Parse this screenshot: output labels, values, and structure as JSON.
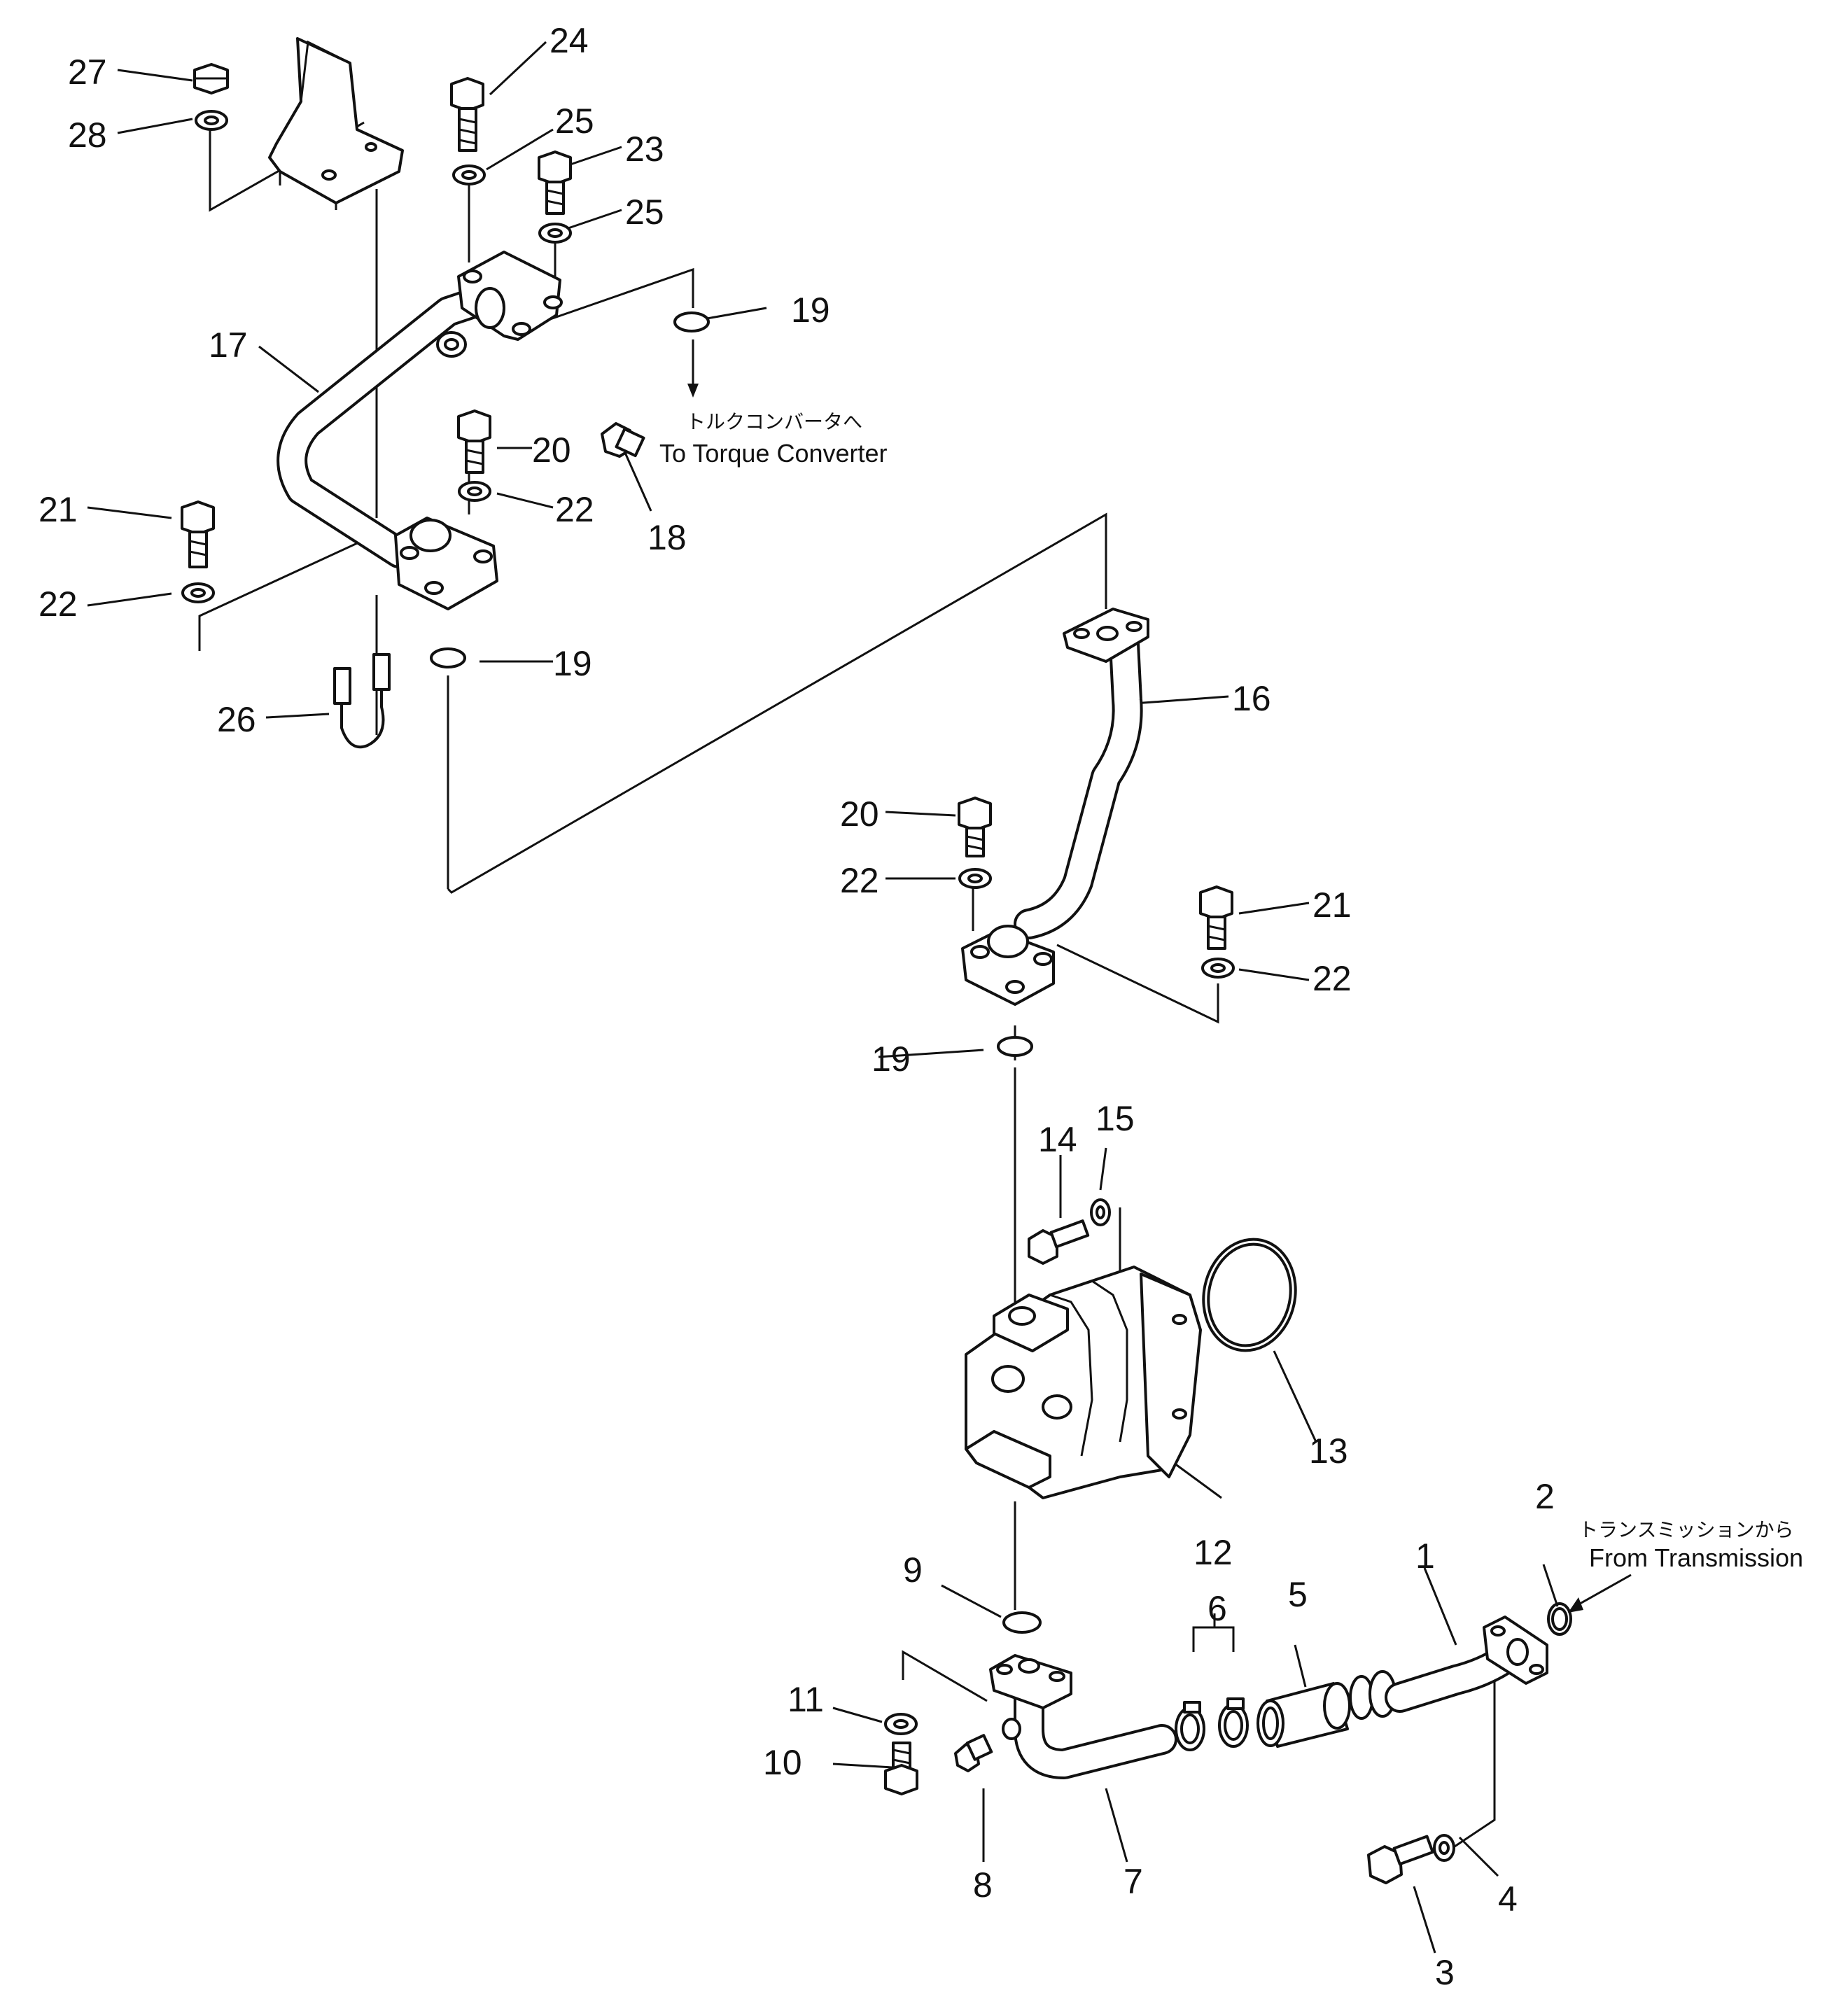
{
  "labels": {
    "n1": "1",
    "n2": "2",
    "n3": "3",
    "n4": "4",
    "n5": "5",
    "n6": "6",
    "n7": "7",
    "n8": "8",
    "n9": "9",
    "n10": "10",
    "n11": "11",
    "n12": "12",
    "n13": "13",
    "n14": "14",
    "n15": "15",
    "n16": "16",
    "n17": "17",
    "n18": "18",
    "n19a": "19",
    "n19b": "19",
    "n19c": "19",
    "n20a": "20",
    "n20b": "20",
    "n21a": "21",
    "n21b": "21",
    "n22a": "22",
    "n22b": "22",
    "n22c": "22",
    "n22d": "22",
    "n23": "23",
    "n24": "24",
    "n25a": "25",
    "n25b": "25",
    "n26": "26",
    "n27": "27",
    "n28": "28"
  },
  "notes": {
    "torque_jp": "トルクコンバータへ",
    "torque_en": "To Torque Converter",
    "trans_jp": "トランスミッションから",
    "trans_en": "From Transmission"
  }
}
